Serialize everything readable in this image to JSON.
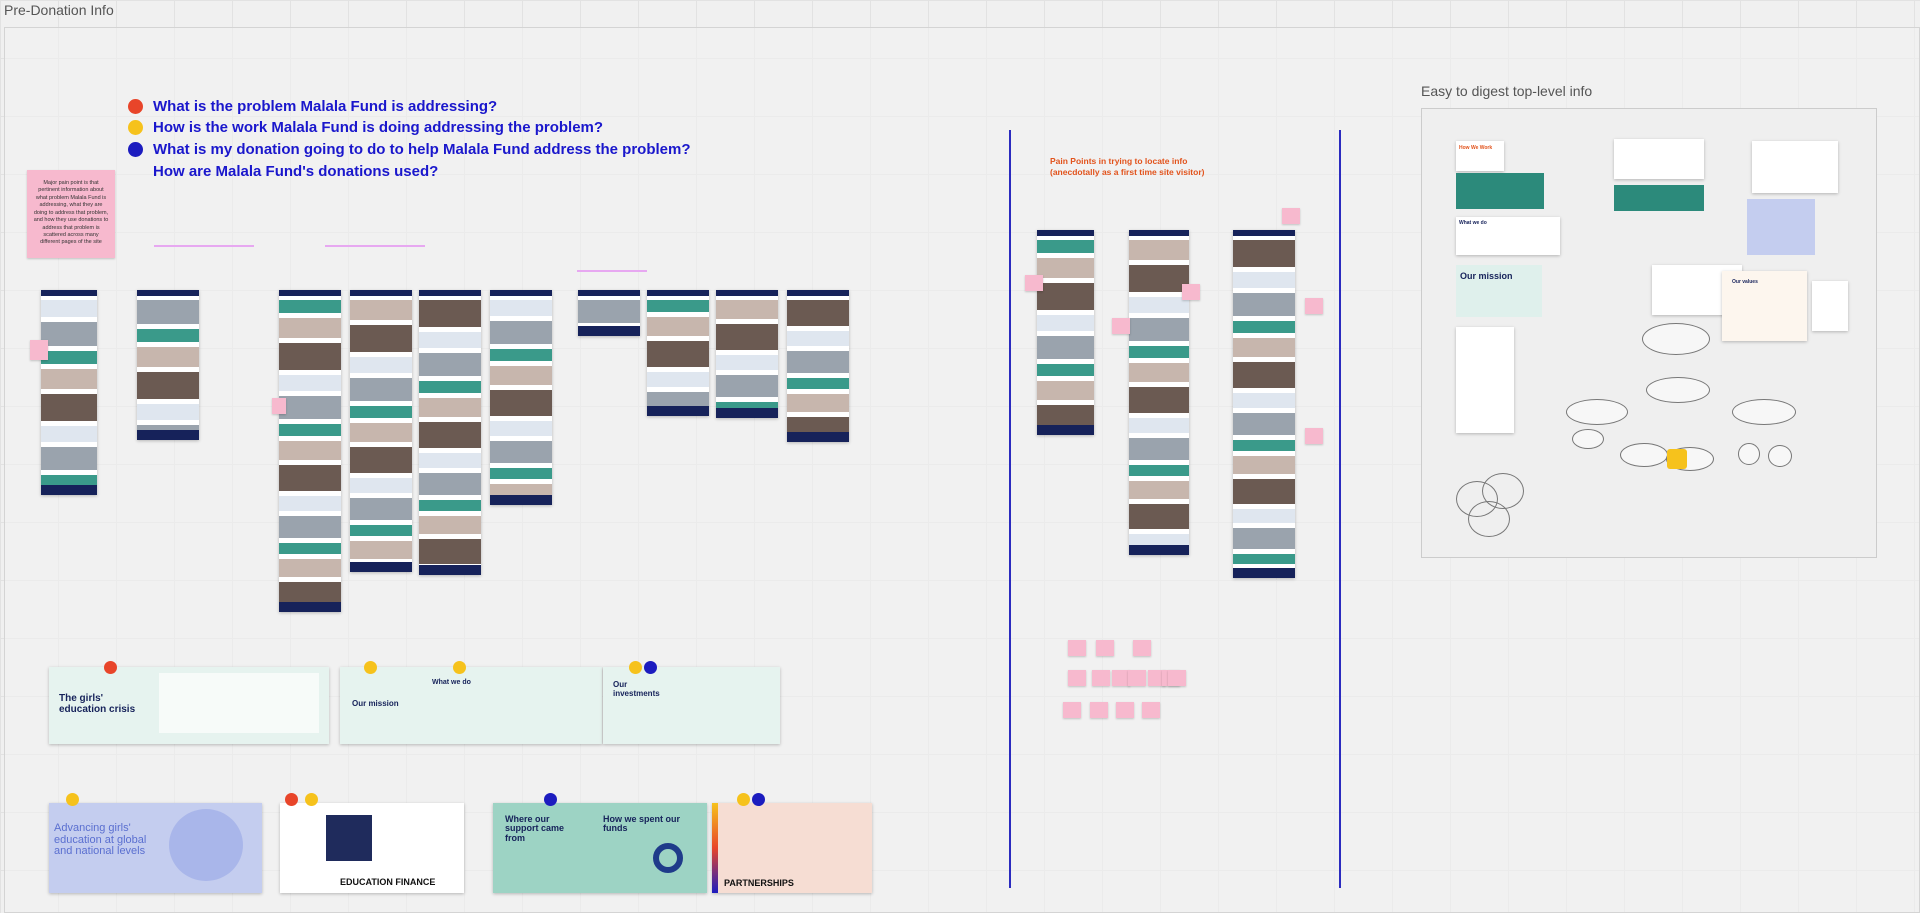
{
  "board": {
    "frame_title": "Pre-Donation Info"
  },
  "colors": {
    "red": "#e8452a",
    "yellow": "#f6c21c",
    "blue": "#1c1cbf",
    "question_text": "#1a17cc",
    "sticky_pink": "#f7b9ce",
    "divider": "#2b2bbf",
    "pain_point_title": "#e2531c"
  },
  "questions": [
    {
      "text": "What is the problem Malala Fund is addressing?",
      "dot": "red"
    },
    {
      "text": "How is the work Malala Fund is doing addressing the problem?",
      "dot": "yellow"
    },
    {
      "text": "What is my donation going to do to help Malala Fund address the problem?",
      "dot": "blue"
    },
    {
      "text": "How are Malala Fund's donations used?",
      "dot": "none"
    }
  ],
  "sticky_note": {
    "text": "Major pain point is that pertinent information about what problem Malala Fund is addressing, what they are doing to address that problem, and how they use donations to address that problem is scattered across many different pages of the site"
  },
  "pain_points": {
    "title_line1": "Pain Points in trying to locate info",
    "title_line2": "(anecdotally as a first time site visitor)"
  },
  "easy_info": {
    "title": "Easy to digest top-level info",
    "how_we_work": "How We Work",
    "what_we_do": "What we do",
    "our_mission": "Our mission",
    "our_values": "Our values"
  },
  "slides_row1": [
    {
      "title": "The girls' education crisis"
    },
    {
      "title": "Our mission",
      "extra": "What we do"
    },
    {
      "title": "Our investments"
    }
  ],
  "slides_row2": [
    {
      "title": "Advancing girls' education at global and national levels"
    },
    {
      "title": "EDUCATION FINANCE"
    },
    {
      "title": "Where our support came from",
      "extra": "How we spent our funds"
    },
    {
      "title": "PARTNERSHIPS"
    }
  ]
}
